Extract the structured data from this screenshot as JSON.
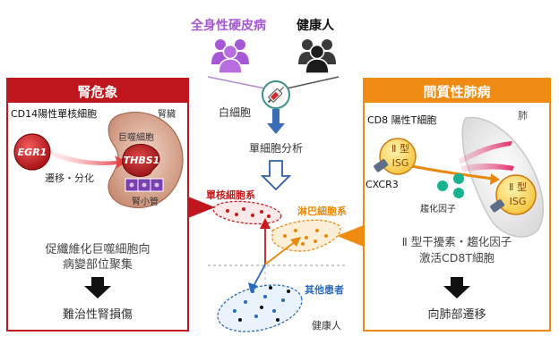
{
  "top": {
    "patients_label": "全身性硬皮病",
    "healthy_label": "健康人",
    "white_cells": "白細胞",
    "single_cell_analysis": "單細胞分析"
  },
  "left": {
    "title": "腎危象",
    "cd14_label": "CD14陽性單核細胞",
    "kidney_label": "腎臟",
    "macrophage_label": "巨噬細胞",
    "egr1": "EGR1",
    "thbs1": "THBS1",
    "migrate_label": "遷移・分化",
    "tubule_label": "腎小管",
    "description_line1": "促纖維化巨噬細胞向",
    "description_line2": "病變部位聚集",
    "result": "難治性腎損傷"
  },
  "center": {
    "monocyte_label": "單核細胞系",
    "lymphocyte_label": "淋巴細胞系",
    "other_patients": "其他患者",
    "healthy_label": "健康人"
  },
  "right": {
    "title": "間質性肺病",
    "cd8_label": "CD8 陽性T細胞",
    "lung_label": "肺",
    "type2_label": "Ⅱ 型",
    "isg_label": "ISG",
    "cxcr3_label": "CXCR3",
    "chemokine_label": "趨化因子",
    "description_line1": "Ⅱ 型干擾素・趨化因子",
    "description_line2": "激活CD8T細胞",
    "result": "向肺部遷移"
  },
  "colors": {
    "left_accent": "#c0161d",
    "right_accent": "#ef8a12",
    "patient_purple": "#a657d6",
    "center_arrow": "#3a6db5",
    "monocyte_text": "#c81a1a",
    "lymph_text": "#e8890c",
    "other_text": "#2a6bbf"
  }
}
